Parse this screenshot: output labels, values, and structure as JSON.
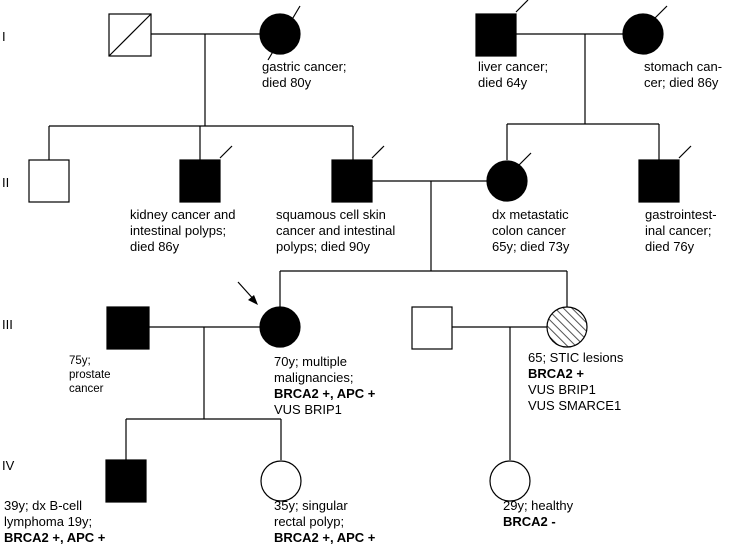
{
  "colors": {
    "affected": "#000000",
    "unaffected": "#ffffff",
    "line": "#000000",
    "hatch": "#555555"
  },
  "generations": [
    "I",
    "II",
    "III",
    "IV"
  ],
  "individuals": {
    "i1": {
      "sex": "male",
      "status": "deceased-unaffected",
      "notes": []
    },
    "i2": {
      "sex": "female",
      "status": "deceased-affected",
      "notes": [
        {
          "text": "gastric cancer;"
        },
        {
          "text": "died 80y"
        }
      ]
    },
    "i3": {
      "sex": "male",
      "status": "deceased-affected",
      "notes": [
        {
          "text": "liver cancer;"
        },
        {
          "text": "died 64y"
        }
      ]
    },
    "i4": {
      "sex": "female",
      "status": "deceased-affected",
      "notes": [
        {
          "text": "stomach can-"
        },
        {
          "text": "cer; died 86y"
        }
      ]
    },
    "ii1": {
      "sex": "male",
      "status": "unaffected",
      "notes": []
    },
    "ii2": {
      "sex": "male",
      "status": "deceased-affected",
      "notes": [
        {
          "text": "kidney cancer and"
        },
        {
          "text": "intestinal polyps;"
        },
        {
          "text": "died 86y"
        }
      ]
    },
    "ii3": {
      "sex": "male",
      "status": "deceased-affected",
      "notes": [
        {
          "text": "squamous cell skin"
        },
        {
          "text": "cancer and intestinal"
        },
        {
          "text": "polyps; died 90y"
        }
      ]
    },
    "ii4": {
      "sex": "female",
      "status": "deceased-affected",
      "notes": [
        {
          "text": "dx metastatic"
        },
        {
          "text": "colon cancer"
        },
        {
          "text": "65y; died 73y"
        }
      ]
    },
    "ii5": {
      "sex": "male",
      "status": "deceased-affected",
      "notes": [
        {
          "text": "gastrointest-"
        },
        {
          "text": "inal cancer;"
        },
        {
          "text": "died 76y"
        }
      ]
    },
    "iii1": {
      "sex": "male",
      "status": "affected",
      "notes": [
        {
          "text": "75y;"
        },
        {
          "text": "prostate"
        },
        {
          "text": "cancer"
        }
      ]
    },
    "iii2": {
      "sex": "female",
      "status": "affected",
      "proband": true,
      "notes": [
        {
          "text": "70y; multiple"
        },
        {
          "text": "malignancies;"
        },
        {
          "text": "BRCA2 +, APC +",
          "bold": true
        },
        {
          "text": "VUS BRIP1"
        }
      ]
    },
    "iii3": {
      "sex": "male",
      "status": "unaffected",
      "notes": []
    },
    "iii4": {
      "sex": "female",
      "status": "hatched",
      "notes": [
        {
          "text": "65; STIC lesions"
        },
        {
          "text": "BRCA2 +",
          "bold": true
        },
        {
          "text": "VUS BRIP1"
        },
        {
          "text": "VUS SMARCE1"
        }
      ]
    },
    "iv1": {
      "sex": "male",
      "status": "affected",
      "notes": [
        {
          "text": "39y; dx B-cell"
        },
        {
          "text": "lymphoma 19y;"
        },
        {
          "text": "BRCA2 +, APC +",
          "bold": true
        }
      ]
    },
    "iv2": {
      "sex": "female",
      "status": "unaffected",
      "notes": [
        {
          "text": "35y; singular"
        },
        {
          "text": "rectal polyp;"
        },
        {
          "text": "BRCA2 +, APC +",
          "bold": true
        }
      ]
    },
    "iv3": {
      "sex": "female",
      "status": "unaffected",
      "notes": [
        {
          "text": "29y; healthy"
        },
        {
          "text": "BRCA2 -",
          "bold": true
        }
      ]
    }
  }
}
